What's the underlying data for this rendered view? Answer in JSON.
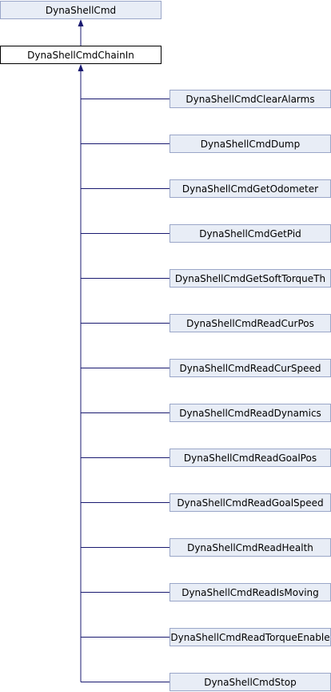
{
  "base_class": {
    "label": "DynaShellCmd"
  },
  "current_class": {
    "label": "DynaShellCmdChainIn"
  },
  "derived_classes": [
    {
      "label": "DynaShellCmdClearAlarms"
    },
    {
      "label": "DynaShellCmdDump"
    },
    {
      "label": "DynaShellCmdGetOdometer"
    },
    {
      "label": "DynaShellCmdGetPid"
    },
    {
      "label": "DynaShellCmdGetSoftTorqueTh"
    },
    {
      "label": "DynaShellCmdReadCurPos"
    },
    {
      "label": "DynaShellCmdReadCurSpeed"
    },
    {
      "label": "DynaShellCmdReadDynamics"
    },
    {
      "label": "DynaShellCmdReadGoalPos"
    },
    {
      "label": "DynaShellCmdReadGoalSpeed"
    },
    {
      "label": "DynaShellCmdReadHealth"
    },
    {
      "label": "DynaShellCmdReadIsMoving"
    },
    {
      "label": "DynaShellCmdReadTorqueEnable"
    },
    {
      "label": "DynaShellCmdStop"
    }
  ],
  "colors": {
    "edge": "#191970",
    "node_fill": "#e8edf6",
    "node_border": "#9aa6c8"
  }
}
